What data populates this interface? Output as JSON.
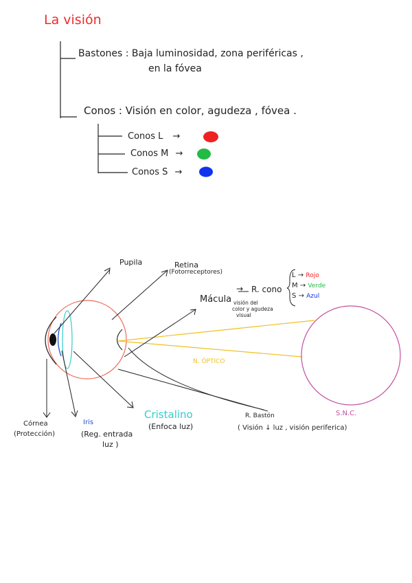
{
  "title": "La visión",
  "tree": {
    "bastones_line1": "Bastones : Baja luminosidad, zona periféricas ,",
    "bastones_line2": "en la fóvea",
    "conos": "Conos : Visión en color, agudeza , fóvea .",
    "conos_types": [
      {
        "label": "Conos L",
        "arrow": "→",
        "color": "#ee2222"
      },
      {
        "label": "Conos M",
        "arrow": "→",
        "color": "#22bb44"
      },
      {
        "label": "Conos S",
        "arrow": "→",
        "color": "#1133ee"
      }
    ]
  },
  "eye": {
    "pupila": "Pupila",
    "retina": "Retina",
    "retina_sub": "(Fotorreceptores)",
    "macula": "Mácula",
    "macula_arrow": "→",
    "macula_note": [
      "visión del",
      "color y agudeza",
      "visual"
    ],
    "rcono": "R. cono",
    "cone_map": [
      {
        "key": "L",
        "arrow": "→",
        "value": "Rojo",
        "color": "#ee2222"
      },
      {
        "key": "M",
        "arrow": "→",
        "value": "Verde",
        "color": "#22bb44"
      },
      {
        "key": "S",
        "arrow": "→",
        "value": "Azul",
        "color": "#1133ee"
      }
    ],
    "nervio": "N. ÓPTICO",
    "snc": "S.N.C.",
    "cornea": "Córnea",
    "cornea_sub": "(Protección)",
    "iris": "Iris",
    "iris_sub1": "(Reg. entrada",
    "iris_sub2": "luz )",
    "cristalino": "Cristalino",
    "cristalino_sub": "(Enfoca luz)",
    "rbaston": "R. Bastón",
    "rbaston_sub": "( Visión ↓ luz , visión periferica)"
  },
  "colors": {
    "title": "#ee2b2b",
    "eyeball": "#ee6a5a",
    "iris": "#2255cc",
    "lens": "#33cccc",
    "nerve": "#f0c020",
    "snc": "#c050a0",
    "ink": "#222222"
  }
}
